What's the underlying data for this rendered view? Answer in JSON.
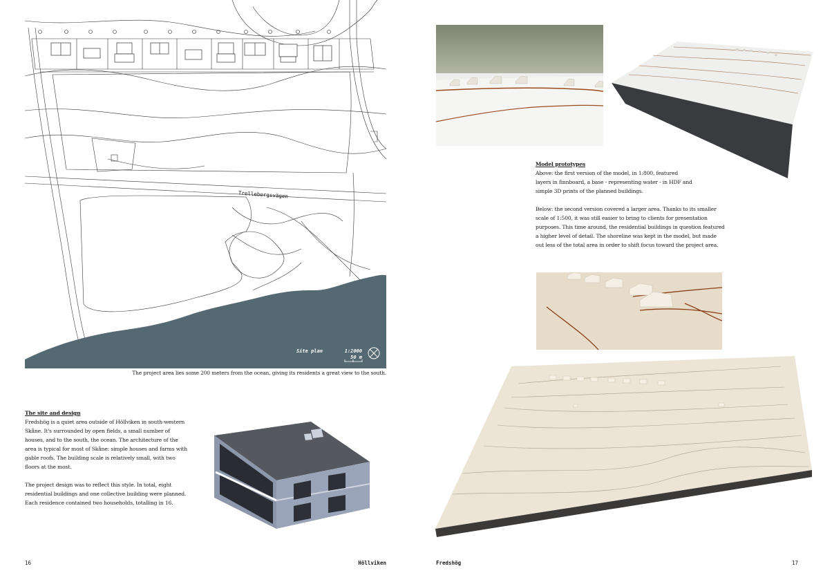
{
  "site_plan": {
    "street_name": "Trelleborgsvägen",
    "legend_title": "Site plan",
    "scale": "1:2000",
    "scale_bar_label": "50 m",
    "caption": "The project area lies some 200 meters from the ocean, giving its residents a great view to the south.",
    "colors": {
      "water": "#546971",
      "lines": "#333333"
    }
  },
  "site_section": {
    "heading": "The site and design",
    "paragraph1": "Fredshög is a quiet area outside of Höllviken in south-western Skåne. It's surrounded by open fields, a small number of houses, and to the south, the ocean. The architecture of the area is typical for most of Skåne: simple houses and farms with gable roofs. The building scale is relatively small, with two floors at the most.",
    "paragraph2": "The project design was to reflect this style. In total, eight residential buildings and one collective building were planned. Each residence contained two households, totalling in 16."
  },
  "model_section": {
    "heading": "Model prototypes",
    "paragraph1": "Above: the first version of the model, in 1:800, featured layers in finnboard, a base - representing water - in HDF and simple 3D prints of the planned buildings.",
    "paragraph2": "Below: the second version covered a larger area. Thanks to its smaller scale of 1:500, it was still easier to bring to clients for presentation purposes. This time around, the residential buildings in question featured a higher level of detail. The shoreline was kept in the model, but made out less of the total area in order to shift focus toward the project area."
  },
  "footer": {
    "page_left": "16",
    "running_left": "Höllviken",
    "running_right": "Fredshög",
    "page_right": "17"
  }
}
